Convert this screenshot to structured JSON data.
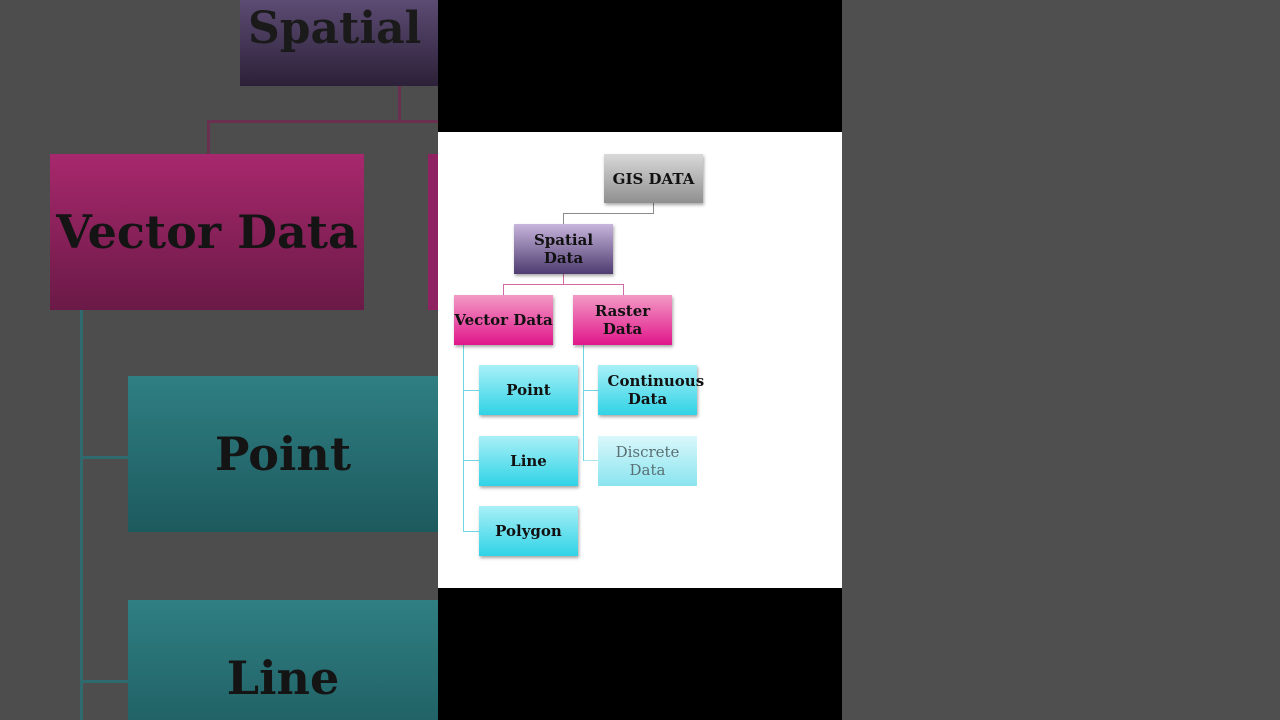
{
  "diagram": {
    "root": "GIS DATA",
    "level1": "Spatial Data",
    "vector": {
      "label": "Vector Data",
      "children": [
        "Point",
        "Line",
        "Polygon"
      ]
    },
    "raster": {
      "label": "Raster Data",
      "children": [
        "Continuous Data",
        "Discrete Data"
      ]
    }
  },
  "background": {
    "partial_title": "Spatial",
    "vector": "Vector Data",
    "point": "Point",
    "line": "Line"
  },
  "colors": {
    "root": "#a9a9a9",
    "spatial": "#6e5a8f",
    "category": "#ec3aa0",
    "leaf": "#55dcea"
  }
}
